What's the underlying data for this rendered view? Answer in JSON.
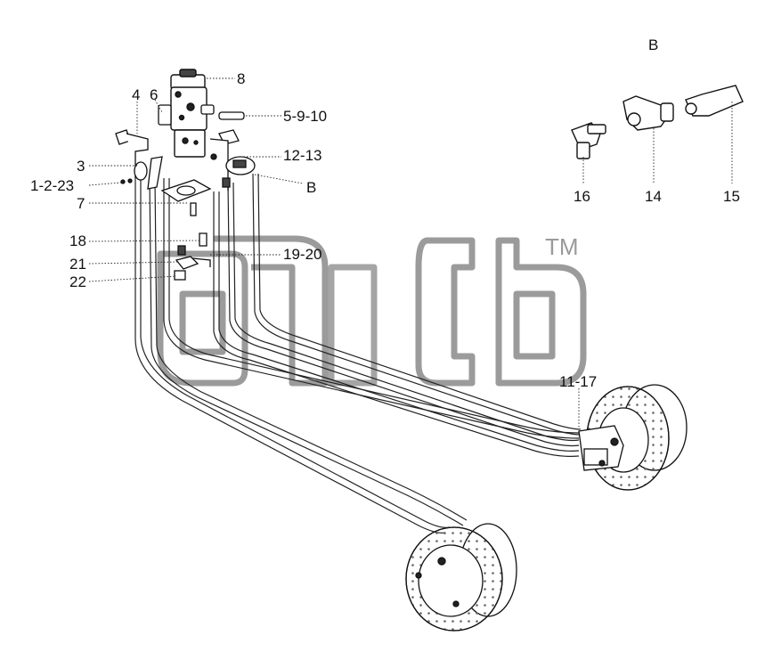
{
  "diagram": {
    "view_label": "B",
    "watermark_tm": "TM",
    "callouts": {
      "c8": "8",
      "c4": "4",
      "c6": "6",
      "c5_9_10": "5-9-10",
      "c12_13": "12-13",
      "c3": "3",
      "c1_2_23": "1-2-23",
      "cB": "B",
      "c7": "7",
      "c18": "18",
      "c19_20": "19-20",
      "c21": "21",
      "c22": "22",
      "c11_17": "11-17",
      "c16": "16",
      "c14": "14",
      "c15": "15"
    }
  }
}
